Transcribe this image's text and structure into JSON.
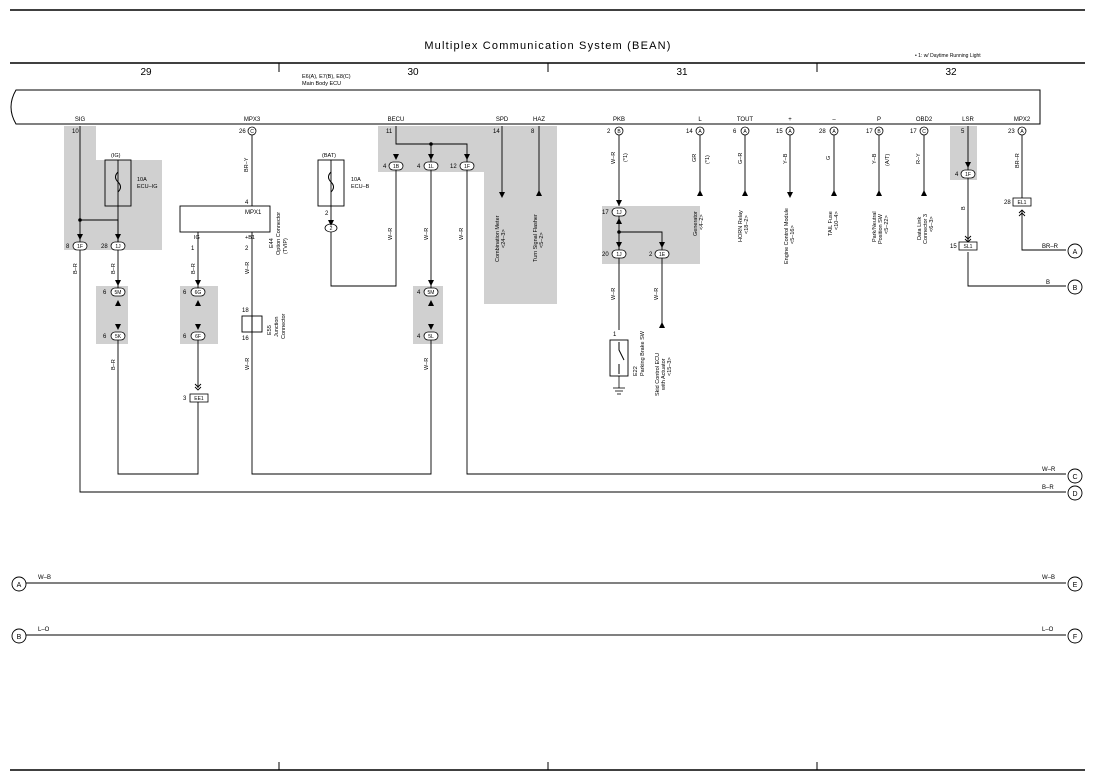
{
  "header": {
    "title": "Multiplex Communication System (BEAN)",
    "footnote": "• 1: w/ Daytime Running Light",
    "sections": [
      "29",
      "30",
      "31",
      "32"
    ]
  },
  "ecu": {
    "label_line1": "E6(A), E7(B), E8(C)",
    "label_line2": "Main Body ECU",
    "terminals": [
      "SIG",
      "MPX3",
      "BECU",
      "SPD",
      "HAZ",
      "PKB",
      "L",
      "TOUT",
      "+",
      "–",
      "P",
      "OBD2",
      "LSR",
      "MPX2"
    ],
    "pins": {
      "sig": "10",
      "mpx3": "26",
      "mpx3_conn": "C",
      "becu": "11",
      "spd": "14",
      "haz": "8",
      "pkb": "2",
      "pkb_conn": "B",
      "l": "14",
      "l_conn": "A",
      "tout": "6",
      "tout_conn": "A",
      "plus": "15",
      "plus_conn": "A",
      "minus": "28",
      "minus_conn": "A",
      "p": "17",
      "p_conn": "B",
      "obd2": "17",
      "obd2_conn": "C",
      "lsr": "5",
      "mpx2": "23",
      "mpx2_conn": "A"
    }
  },
  "fuses": {
    "ig_top": "(IG)",
    "ig_amp": "10A",
    "ig_name": "ECU–IG",
    "bat_top": "(BAT)",
    "bat_amp": "10A",
    "bat_name": "ECU–B"
  },
  "connectors": {
    "c1F_a": "1F",
    "c1J_a": "1J",
    "c5M": "5M",
    "c5K": "5K",
    "c6G": "6G",
    "c6F": "6F",
    "c1B": "1B",
    "c1L": "1L",
    "c1F_b": "1F",
    "c5M_b": "5M",
    "c5L": "5L",
    "c1J_b": "1J",
    "c1J_c": "1J",
    "c1E": "1E",
    "c1F_c": "1F",
    "EE1": "EE1",
    "EL1": "EL1",
    "SL1": "SL1",
    "c2": "2"
  },
  "pin_nums": {
    "p8": "8",
    "p28": "28",
    "p6a": "6",
    "p6b": "6",
    "p3": "3",
    "p4": "4",
    "p2": "2",
    "p1": "1",
    "p6c": "6",
    "p6d": "6",
    "p18": "18",
    "p16": "16",
    "p2b": "2",
    "p4b": "4",
    "p4c": "4",
    "p12": "12",
    "p4d": "4",
    "p4e": "4",
    "p17": "17",
    "p20": "20",
    "p2c": "2",
    "p1b": "1",
    "p4f": "4",
    "p28b": "28",
    "p15": "15"
  },
  "mpx1": {
    "name": "MPX1",
    "ig": "IG",
    "b1": "+B1",
    "e44_line1": "E44",
    "e44_line2": "Option Connector",
    "e44_line3": "(TVIP)"
  },
  "e55": {
    "line1": "E55",
    "line2": "Junction",
    "line3": "Connector"
  },
  "e22": {
    "line1": "E22",
    "line2": "Parking Brake SW"
  },
  "wires": {
    "br_y": "BR–Y",
    "b_r1": "B–R",
    "b_r2": "B–R",
    "b_r3": "B–R",
    "b_r4": "B–R",
    "w_r1": "W–R",
    "w_r2": "W–R",
    "w_r3": "W–R",
    "w_r4": "W–R",
    "w_r5": "W–R",
    "w_r6": "W–R",
    "w_r7": "W–R",
    "w_r8": "W–R",
    "w_r9": "W–R",
    "gr": "GR",
    "g_r": "G–R",
    "y_b": "Y–B",
    "g": "G",
    "y_b2": "Y–B",
    "r_y": "R–Y",
    "b": "B",
    "br_r": "BR–R",
    "star1a": "(*1)",
    "star1b": "(*1)",
    "at": "(A/T)"
  },
  "destinations": {
    "combination_meter": [
      "Combination Meter",
      "<24–3>"
    ],
    "turn_signal": [
      "Turn Signal Flasher",
      "<5–2>"
    ],
    "generator": [
      "Generator",
      "<4–2>"
    ],
    "horn_relay": [
      "HORN Relay",
      "<18–2>"
    ],
    "engine_control": [
      "Engine Control Module",
      "<5–16>"
    ],
    "tail_fuse": [
      "TAIL Fuse",
      "<10–4>"
    ],
    "park_neutral": [
      "Park/Neutral",
      "Position SW",
      "<5–22>"
    ],
    "data_link": [
      "Data Link",
      "Connector 3",
      "<6–3>"
    ],
    "skid_control": [
      "Skid Control ECU",
      "with Actuator",
      "<15–3>"
    ]
  },
  "right_links": {
    "br_r_label": "BR–R",
    "a": "A",
    "b_label": "B",
    "b": "B",
    "w_r_label": "W–R",
    "c": "C",
    "b_r_label": "B–R",
    "d": "D"
  },
  "bottom_links": {
    "a_left": "A",
    "w_b_left": "W–B",
    "w_b_right": "W–B",
    "e": "E",
    "b_left": "B",
    "l_o_left": "L–O",
    "l_o_right": "L–O",
    "f": "F"
  }
}
